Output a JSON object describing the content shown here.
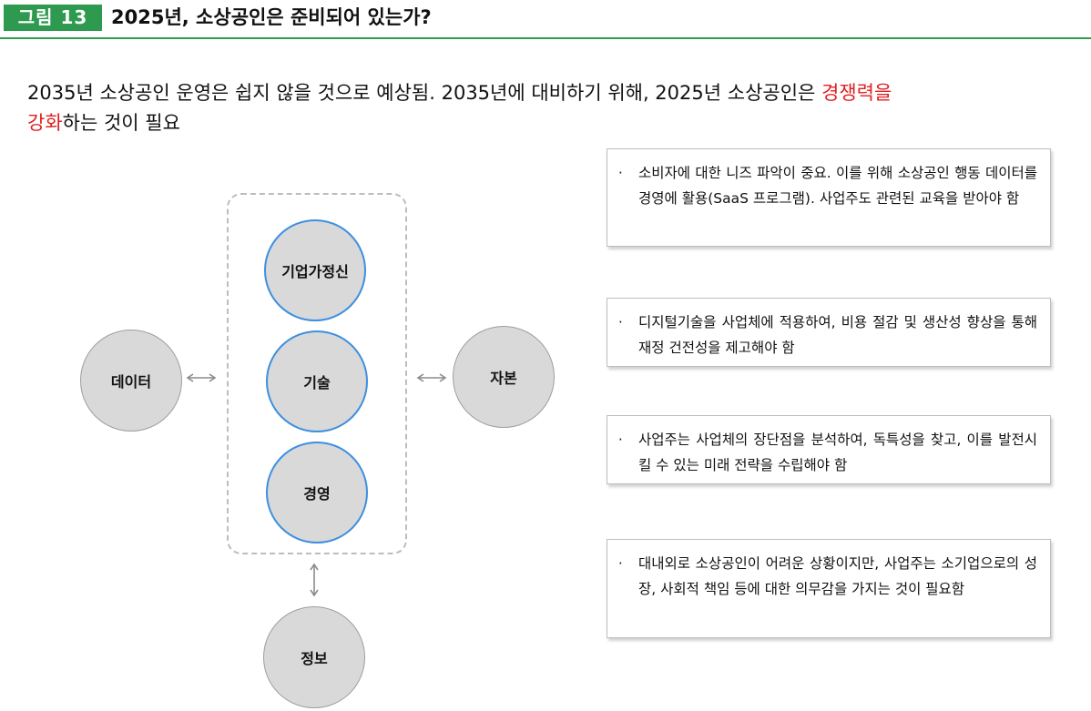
{
  "header": {
    "figure_label": "그림 13",
    "title": "2025년, 소상공인은 준비되어 있는가?",
    "accent_color": "#2e9a4f"
  },
  "summary": {
    "line1": "2035년 소상공인 운영은 쉽지 않을 것으로 예상됨. 2035년에 대비하기 위해, 2025년 소상공인은 ",
    "highlight1": "경쟁력을",
    "highlight2": "강화",
    "line2_rest": "하는 것이 필요",
    "highlight_color": "#e02020"
  },
  "diagram": {
    "center_group": [
      "기업가정신",
      "기술",
      "경영"
    ],
    "left_node": "데이터",
    "right_node": "자본",
    "bottom_node": "정보",
    "inner_border_color": "#3d8fe0",
    "node_fill_color": "#d9d9d9"
  },
  "notes": [
    {
      "bullet": "·",
      "text": "소비자에 대한 니즈 파악이 중요. 이를 위해 소상공인 행동 데이터를 경영에 활용(SaaS 프로그램). 사업주도 관련된 교육을 받아야 함"
    },
    {
      "bullet": "·",
      "text": "디지털기술을 사업체에 적용하여, 비용 절감 및 생산성 향상을 통해 재정 건전성을 제고해야 함"
    },
    {
      "bullet": "·",
      "text": "사업주는 사업체의 장단점을 분석하여, 독특성을 찾고, 이를 발전시킬 수 있는 미래 전략을 수립해야 함"
    },
    {
      "bullet": "·",
      "text": "대내외로 소상공인이 어려운 상황이지만, 사업주는 소기업으로의 성장, 사회적 책임 등에 대한 의무감을 가지는 것이 필요함"
    }
  ]
}
